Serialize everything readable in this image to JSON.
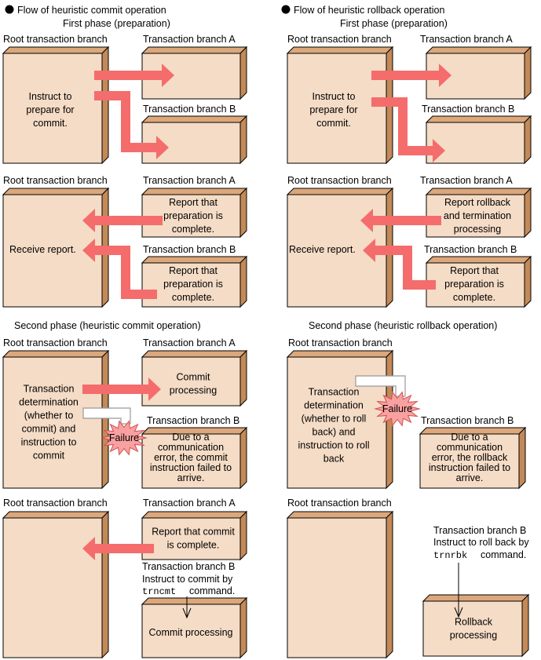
{
  "commit_flow": {
    "heading": "Flow of heuristic commit operation",
    "phase1": {
      "title": "First phase (preparation)",
      "step1": {
        "root_label": "Root transaction branch",
        "root_text": [
          "Instruct to",
          "prepare for",
          "commit."
        ],
        "a_label": "Transaction branch A",
        "b_label": "Transaction branch B"
      },
      "step2": {
        "root_label": "Root transaction branch",
        "root_text": [
          "Receive report."
        ],
        "a_label": "Transaction branch A",
        "a_text": [
          "Report that",
          "preparation is",
          "complete."
        ],
        "b_label": "Transaction branch B",
        "b_text": [
          "Report that",
          "preparation is",
          "complete."
        ]
      }
    },
    "phase2": {
      "title": "Second phase (heuristic commit operation)",
      "step1": {
        "root_label": "Root transaction branch",
        "root_text": [
          "Transaction",
          "determination",
          "(whether to",
          "commit) and",
          "instruction to",
          "commit"
        ],
        "a_label": "Transaction branch A",
        "a_text": [
          "Commit",
          "processing"
        ],
        "b_label": "Transaction branch B",
        "b_text": [
          "Due to a",
          "communication",
          "error, the commit",
          "instruction failed to",
          "arrive."
        ],
        "failure": "Failure"
      },
      "step2": {
        "root_label": "Root transaction branch",
        "a_label": "Transaction branch A",
        "a_text": [
          "Report that commit",
          "is complete."
        ],
        "b_label": "Transaction branch B",
        "b_instruction": "Instruct to commit by",
        "b_command": "trncmt",
        "b_command_suffix": "command.",
        "b_text": [
          "Commit processing"
        ]
      }
    }
  },
  "rollback_flow": {
    "heading": "Flow of heuristic rollback operation",
    "phase1": {
      "title": "First phase (preparation)",
      "step1": {
        "root_label": "Root transaction branch",
        "root_text": [
          "Instruct to",
          "prepare for",
          "commit."
        ],
        "a_label": "Transaction branch A",
        "b_label": "Transaction branch B"
      },
      "step2": {
        "root_label": "Root transaction branch",
        "root_text": [
          "Receive report."
        ],
        "a_label": "Transaction branch A",
        "a_text": [
          "Report rollback",
          "and termination",
          "processing"
        ],
        "b_label": "Transaction branch B",
        "b_text": [
          "Report that",
          "preparation is",
          "complete."
        ]
      }
    },
    "phase2": {
      "title": "Second phase (heuristic rollback operation)",
      "step1": {
        "root_label": "Root transaction branch",
        "root_text": [
          "Transaction",
          "determination",
          "(whether to roll",
          "back) and",
          "instruction to roll",
          "back"
        ],
        "b_label": "Transaction branch B",
        "b_text": [
          "Due to a",
          "communication",
          "error, the rollback",
          "instruction failed to",
          "arrive."
        ],
        "failure": "Failure"
      },
      "step2": {
        "root_label": "Root transaction branch",
        "b_label": "Transaction branch B",
        "b_instruction": "Instruct to roll back by",
        "b_command": "trnrbk",
        "b_command_suffix": "command.",
        "b_text": [
          "Rollback",
          "processing"
        ]
      }
    }
  },
  "colors": {
    "box_front": "#f5dcc6",
    "box_top": "#dba77b",
    "box_side": "#c38a58",
    "arrow": "#f56c6c",
    "failure_burst": "#f9a0a0"
  }
}
